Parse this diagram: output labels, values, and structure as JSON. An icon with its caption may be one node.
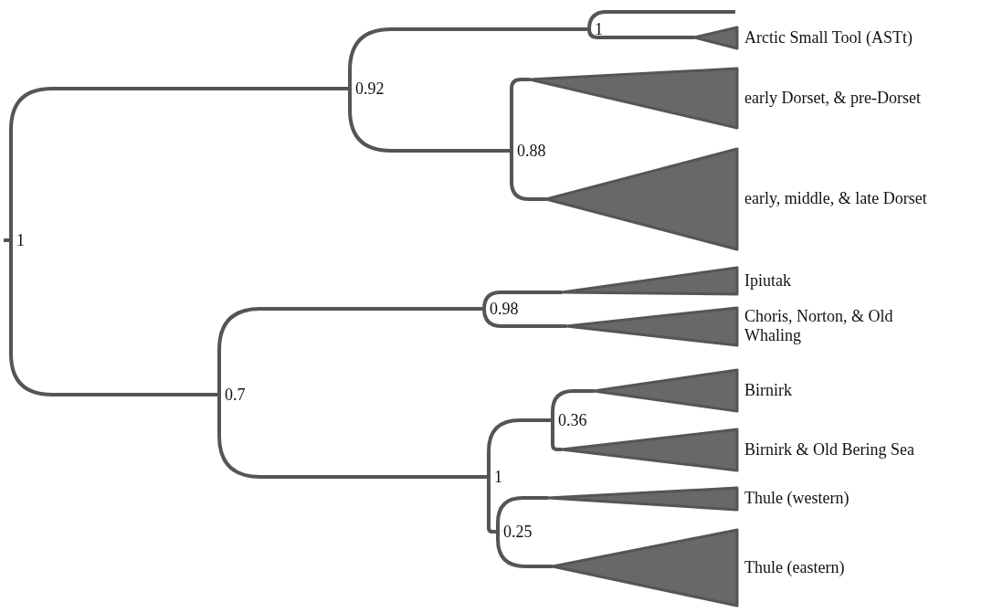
{
  "diagram": {
    "nodes": [
      {
        "text": [
          "1"
        ]
      },
      {
        "text": [
          "0.92"
        ]
      },
      {
        "text": [
          "1"
        ]
      },
      {
        "text": [
          "Arctic Small Tool (ASTt)"
        ]
      },
      {
        "text": [
          "0.88"
        ]
      },
      {
        "text": [
          "early Dorset, & pre-Dorset"
        ]
      },
      {
        "text": [
          "early, middle, & late Dorset"
        ]
      },
      {
        "text": [
          "0.7"
        ]
      },
      {
        "text": [
          "0.98"
        ]
      },
      {
        "text": [
          "Ipiutak"
        ]
      },
      {
        "text": [
          "Choris, Norton, & Old Whaling"
        ]
      },
      {
        "text": [
          "1"
        ]
      },
      {
        "text": [
          "0.36"
        ]
      },
      {
        "text": [
          "Birnirk"
        ]
      },
      {
        "text": [
          "Birnirk & Old Bering Sea"
        ]
      },
      {
        "text": [
          "0.25"
        ]
      },
      {
        "text": [
          "Thule (western)"
        ]
      },
      {
        "text": [
          "Thule (eastern)"
        ]
      }
    ],
    "edges": [
      {
        "from": null,
        "to": 0,
        "arrow": "none"
      },
      {
        "from": 0,
        "to": 1,
        "arrow": "none"
      },
      {
        "from": 0,
        "to": 7,
        "arrow": "none"
      },
      {
        "from": 1,
        "to": 2,
        "arrow": "none"
      },
      {
        "from": 1,
        "to": 4,
        "arrow": "none"
      },
      {
        "from": 2,
        "to": null,
        "arrow": "none"
      },
      {
        "from": 2,
        "to": 3,
        "arrow": "none"
      },
      {
        "from": 4,
        "to": 5,
        "arrow": "none"
      },
      {
        "from": 4,
        "to": 6,
        "arrow": "none"
      },
      {
        "from": 7,
        "to": 8,
        "arrow": "none"
      },
      {
        "from": 7,
        "to": 11,
        "arrow": "none"
      },
      {
        "from": 8,
        "to": 9,
        "arrow": "none"
      },
      {
        "from": 8,
        "to": 10,
        "arrow": "none"
      },
      {
        "from": 11,
        "to": 12,
        "arrow": "none"
      },
      {
        "from": 11,
        "to": 15,
        "arrow": "none"
      },
      {
        "from": 12,
        "to": 13,
        "arrow": "none"
      },
      {
        "from": 12,
        "to": 14,
        "arrow": "none"
      },
      {
        "from": 15,
        "to": 16,
        "arrow": "none"
      },
      {
        "from": 15,
        "to": 17,
        "arrow": "none"
      }
    ]
  }
}
